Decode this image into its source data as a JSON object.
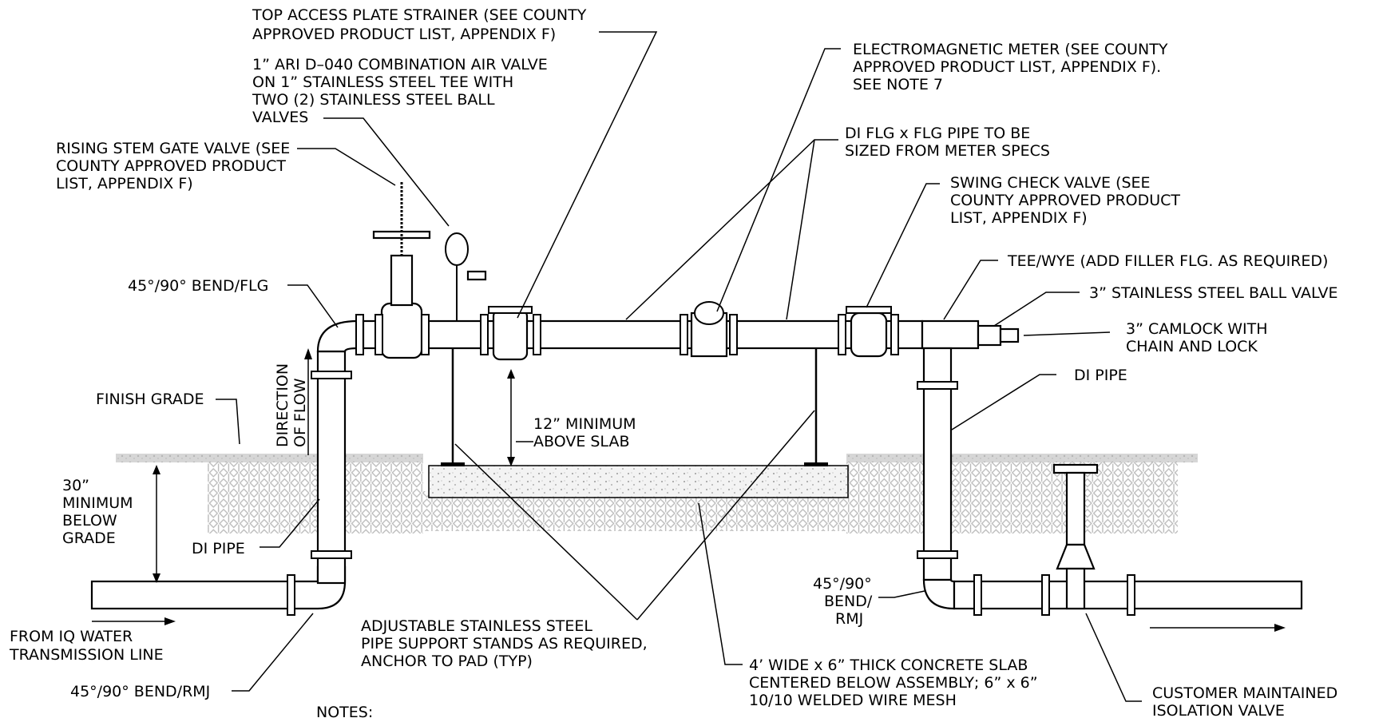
{
  "labels": {
    "strainer": [
      "TOP ACCESS PLATE STRAINER (SEE COUNTY",
      "APPROVED PRODUCT LIST, APPENDIX F)"
    ],
    "air_valve": [
      "1” ARI D–040 COMBINATION AIR VALVE",
      "ON 1” STAINLESS STEEL TEE WITH",
      "TWO (2) STAINLESS STEEL BALL",
      "VALVES"
    ],
    "gate_valve": [
      "RISING STEM GATE VALVE (SEE",
      "COUNTY APPROVED PRODUCT",
      "LIST, APPENDIX F)"
    ],
    "bend_flg": "45°/90° BEND/FLG",
    "finish_grade": "FINISH GRADE",
    "direction_of_flow": [
      "DIRECTION",
      "OF FLOW"
    ],
    "minimum_below_grade": [
      "30”",
      "MINIMUM",
      "BELOW",
      "GRADE"
    ],
    "di_pipe_left": "DI PIPE",
    "from_iq": [
      "FROM IQ WATER",
      "TRANSMISSION LINE"
    ],
    "bend_rmj_left": "45°/90° BEND/RMJ",
    "notes_heading": "NOTES:",
    "support_stands": [
      "ADJUSTABLE STAINLESS STEEL",
      "PIPE SUPPORT STANDS AS REQUIRED,",
      "ANCHOR TO PAD (TYP)"
    ],
    "min_above_slab": [
      "12” MINIMUM",
      "ABOVE SLAB"
    ],
    "concrete_slab": [
      "4’ WIDE x 6” THICK CONCRETE SLAB",
      "CENTERED BELOW ASSEMBLY; 6” x 6”",
      "10/10 WELDED WIRE MESH"
    ],
    "meter": [
      "ELECTROMAGNETIC METER (SEE COUNTY",
      "APPROVED PRODUCT LIST, APPENDIX F).",
      "SEE NOTE 7"
    ],
    "di_flg_pipe": [
      "DI FLG x FLG PIPE TO BE",
      "SIZED FROM METER SPECS"
    ],
    "swing_check": [
      "SWING CHECK VALVE (SEE",
      "COUNTY APPROVED PRODUCT",
      "LIST, APPENDIX F)"
    ],
    "tee_wye": "TEE/WYE (ADD FILLER FLG. AS REQUIRED)",
    "ball_valve": "3” STAINLESS STEEL BALL VALVE",
    "camlock": [
      "3” CAMLOCK WITH",
      "CHAIN AND LOCK"
    ],
    "di_pipe_right": "DI PIPE",
    "bend_rmj_right": [
      "45°/90°",
      "BEND/",
      "RMJ"
    ],
    "customer_valve": [
      "CUSTOMER MAINTAINED",
      "ISOLATION VALVE"
    ]
  }
}
